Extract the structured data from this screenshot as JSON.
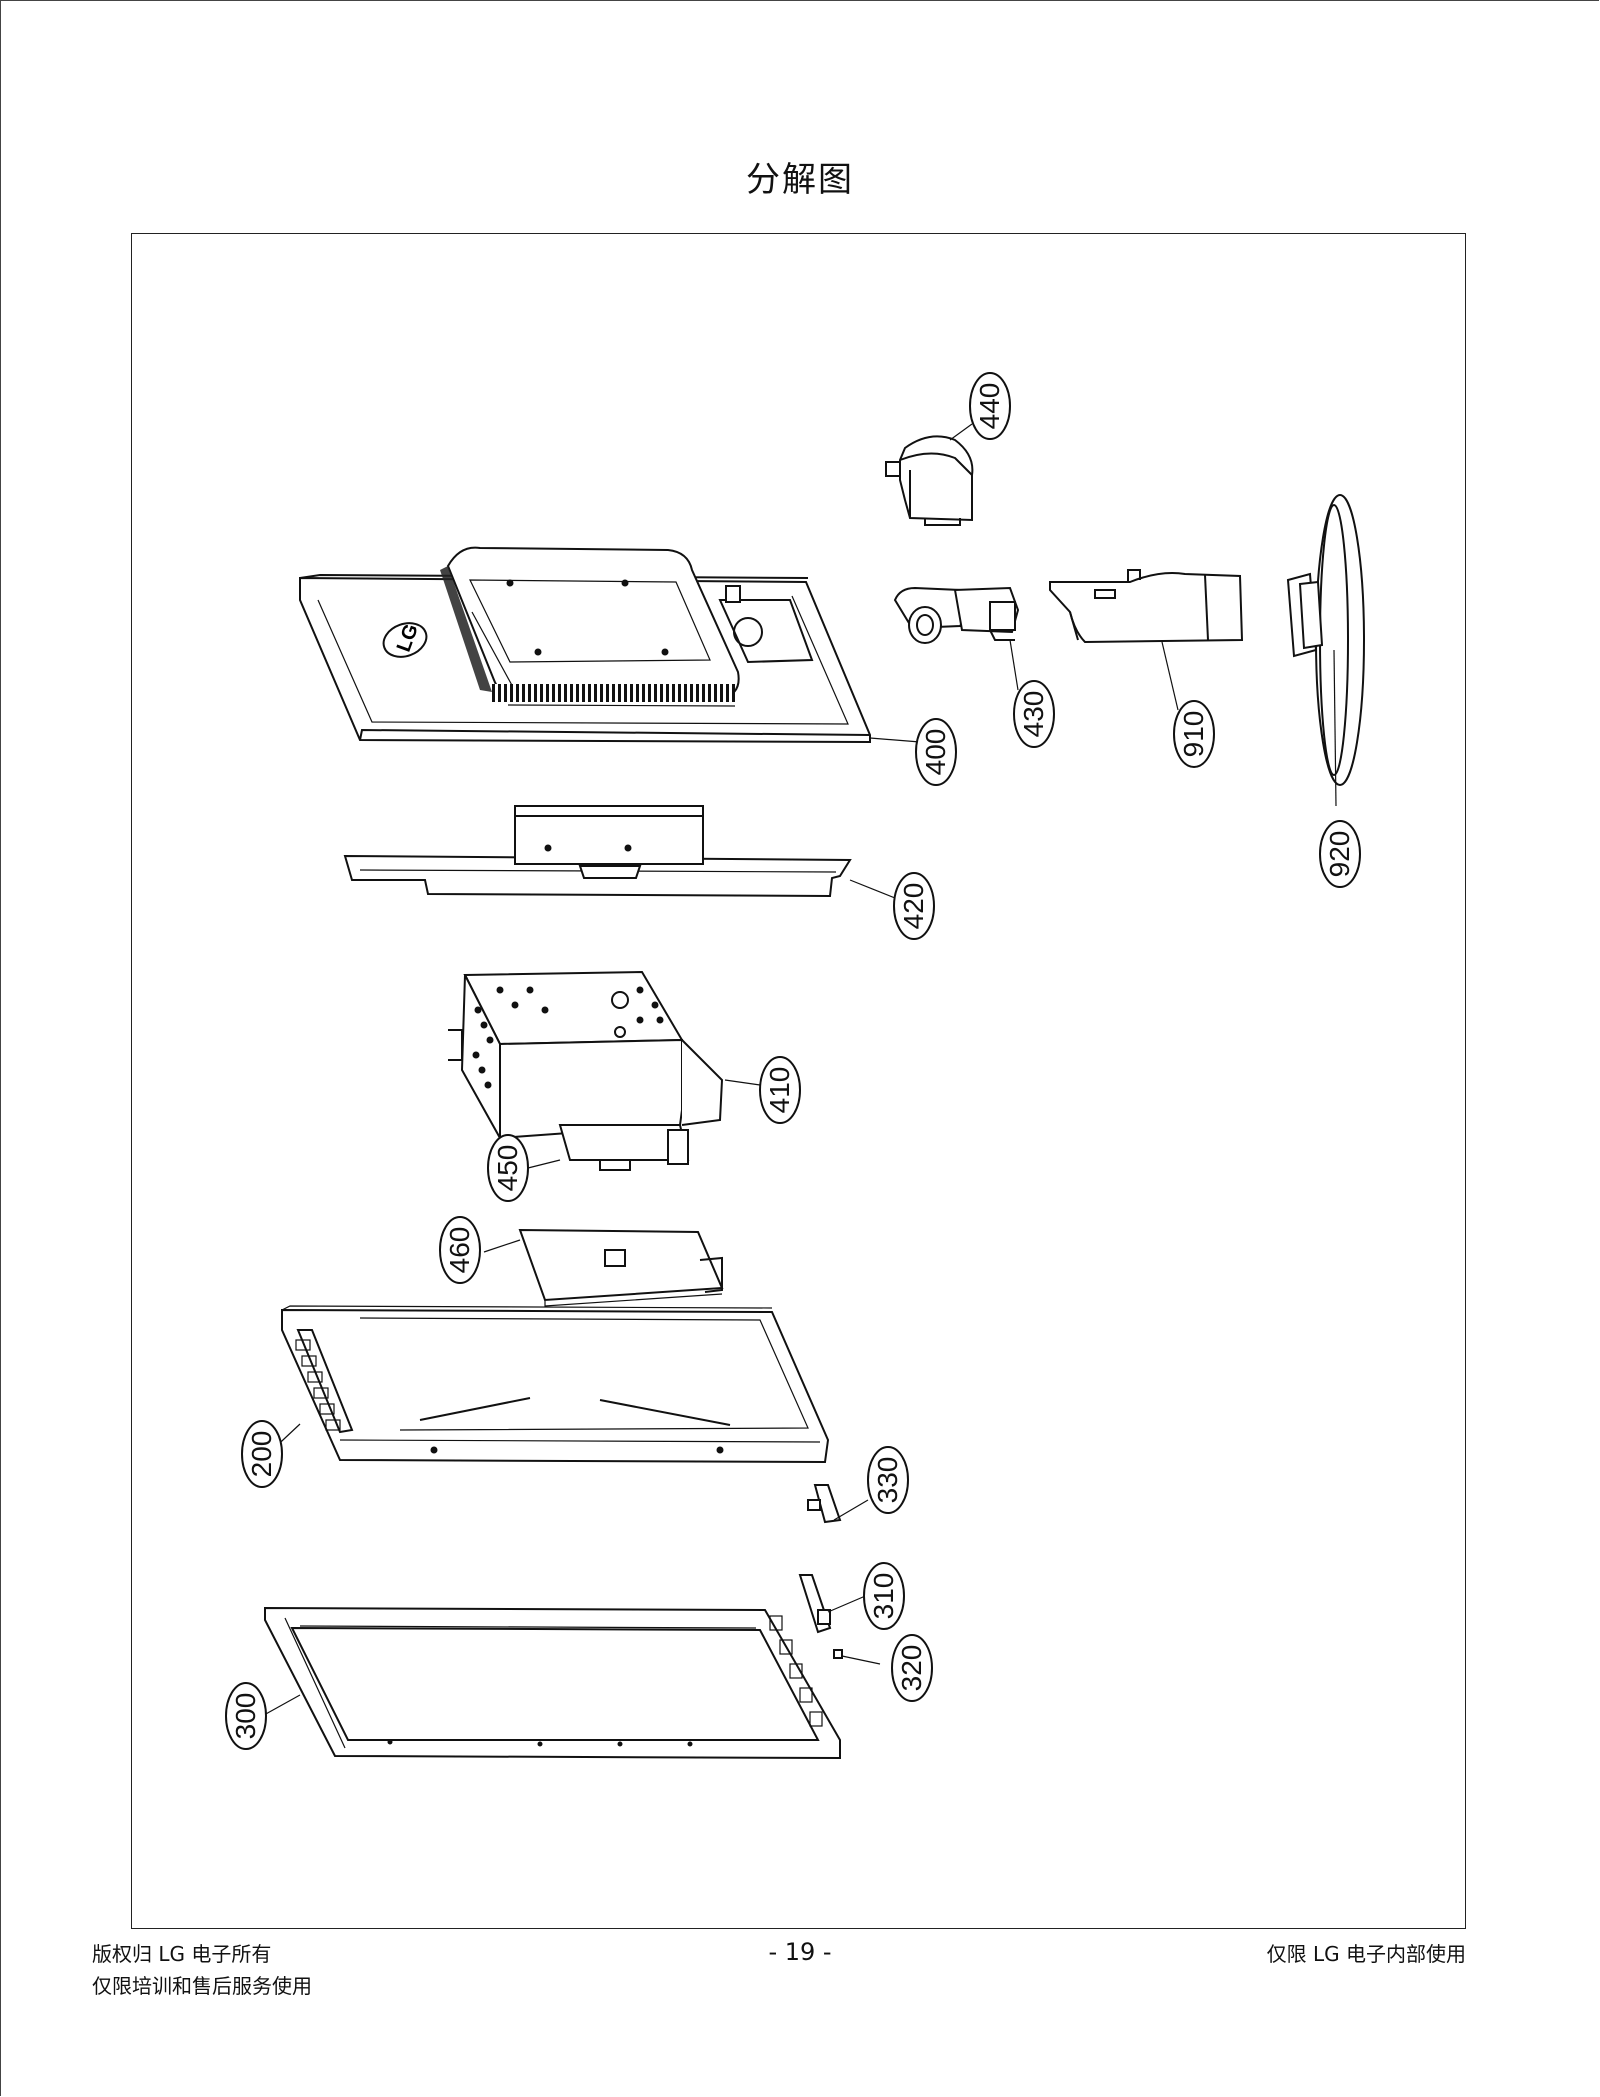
{
  "title": "分解图",
  "callouts": [
    "440",
    "400",
    "430",
    "910",
    "920",
    "420",
    "410",
    "450",
    "460",
    "200",
    "330",
    "310",
    "320",
    "300"
  ],
  "footer": {
    "left_line1": "版权归 LG 电子所有",
    "left_line2": "仅限培训和售后服务使用",
    "page_number": "- 19 -",
    "right": "仅限 LG 电子内部使用"
  },
  "logo_text": "LG"
}
